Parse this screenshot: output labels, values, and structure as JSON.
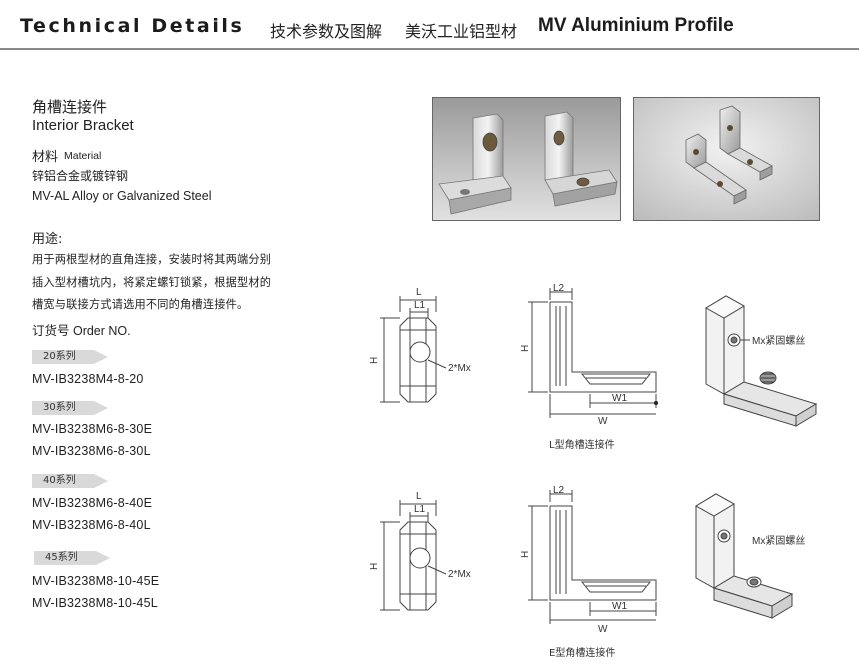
{
  "header": {
    "title_en": "Technical Details",
    "title_cn_1": "技术参数及图解",
    "title_cn_2": "美沃工业铝型材",
    "title_brand": "MV Aluminium Profile"
  },
  "product": {
    "name_cn": "角槽连接件",
    "name_en": "Interior Bracket"
  },
  "material": {
    "label_cn": "材料",
    "label_en": "Material",
    "value_cn": "锌铝合金或镀锌钢",
    "value_en": "MV-AL  Alloy or Galvanized Steel"
  },
  "usage": {
    "label": "用途:",
    "lines": [
      "用于两根型材的直角连接，安装时将其两端分别",
      "插入型材槽坑内，将紧定螺钉锁紧，根据型材的",
      "槽宽与联接方式请选用不同的角槽连接件。"
    ]
  },
  "order": {
    "label": "订货号 Order NO.",
    "series": [
      {
        "name": "20系列",
        "models": [
          "MV-IB3238M4-8-20"
        ]
      },
      {
        "name": "30系列",
        "models": [
          "MV-IB3238M6-8-30E",
          "MV-IB3238M6-8-30L"
        ]
      },
      {
        "name": "40系列",
        "models": [
          "MV-IB3238M6-8-40E",
          "MV-IB3238M6-8-40L"
        ]
      },
      {
        "name": "45系列",
        "models": [
          "MV-IB3238M8-10-45E",
          "MV-IB3238M8-10-45L"
        ]
      }
    ]
  },
  "drawings": {
    "front": {
      "L": "L",
      "L1": "L1",
      "H": "H",
      "hole": "2*Mx"
    },
    "side": {
      "L2": "L2",
      "H": "H",
      "W1": "W1",
      "W": "W"
    },
    "screw_label": "Mx紧固螺丝",
    "caption_l": "L型角槽连接件",
    "caption_e": "E型角槽连接件"
  },
  "icons": {
    "photo_1": "bracket-photo-icon",
    "photo_2": "bracket-photo-icon",
    "iso_l": "bracket-isometric-icon",
    "iso_e": "bracket-isometric-icon"
  }
}
